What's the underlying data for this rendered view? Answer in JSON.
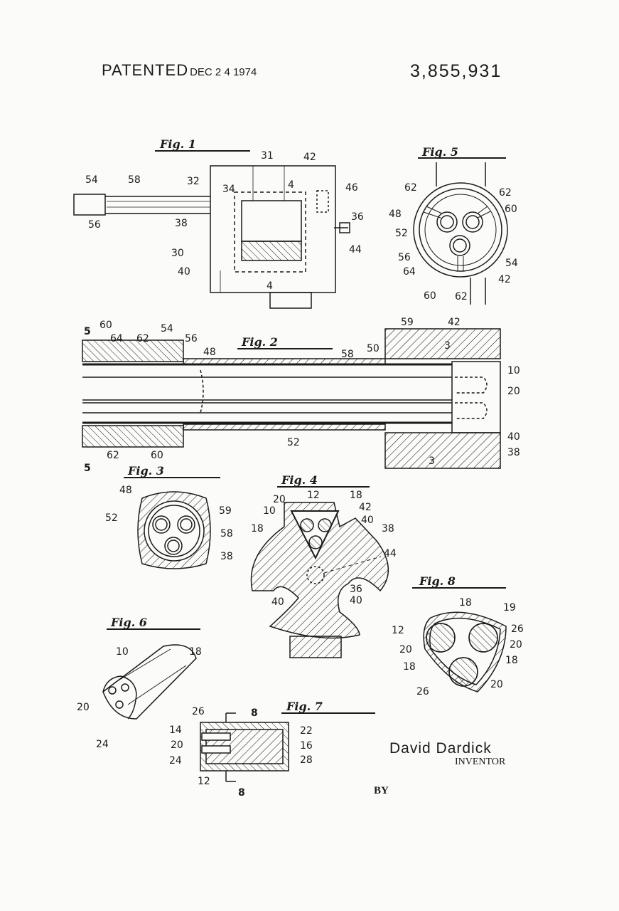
{
  "header": {
    "patented_label": "PATENTED",
    "patent_date": "DEC 2 4 1974",
    "patent_number": "3,855,931"
  },
  "figures": {
    "fig1": {
      "title": "Fig. 1",
      "labels": [
        "31",
        "42",
        "32",
        "54",
        "58",
        "46",
        "34",
        "4",
        "36",
        "38",
        "30",
        "40",
        "44",
        "56",
        "4"
      ]
    },
    "fig2": {
      "title": "Fig. 2",
      "labels": [
        "5",
        "60",
        "64",
        "62",
        "54",
        "56",
        "48",
        "58",
        "50",
        "59",
        "3",
        "42",
        "10",
        "20",
        "40",
        "38",
        "52",
        "62",
        "60",
        "5",
        "3"
      ]
    },
    "fig3": {
      "title": "Fig. 3",
      "labels": [
        "48",
        "52",
        "59",
        "58",
        "38"
      ]
    },
    "fig4": {
      "title": "Fig. 4",
      "labels": [
        "20",
        "12",
        "18",
        "10",
        "42",
        "18",
        "40",
        "38",
        "44",
        "36",
        "40",
        "40"
      ]
    },
    "fig5": {
      "title": "Fig. 5",
      "labels": [
        "62",
        "62",
        "48",
        "60",
        "52",
        "56",
        "54",
        "64",
        "42",
        "60",
        "62"
      ]
    },
    "fig6": {
      "title": "Fig. 6",
      "labels": [
        "10",
        "18",
        "20",
        "24"
      ]
    },
    "fig7": {
      "title": "Fig. 7",
      "labels": [
        "26",
        "8",
        "14",
        "22",
        "20",
        "16",
        "24",
        "28",
        "12",
        "8"
      ]
    },
    "fig8": {
      "title": "Fig. 8",
      "labels": [
        "18",
        "19",
        "12",
        "26",
        "20",
        "20",
        "18",
        "18",
        "26",
        "20"
      ]
    }
  },
  "inventor": {
    "name": "David Dardick",
    "role": "INVENTOR",
    "by": "BY"
  },
  "colors": {
    "ink": "#1b1b1b",
    "paper": "#fbfbf9"
  }
}
